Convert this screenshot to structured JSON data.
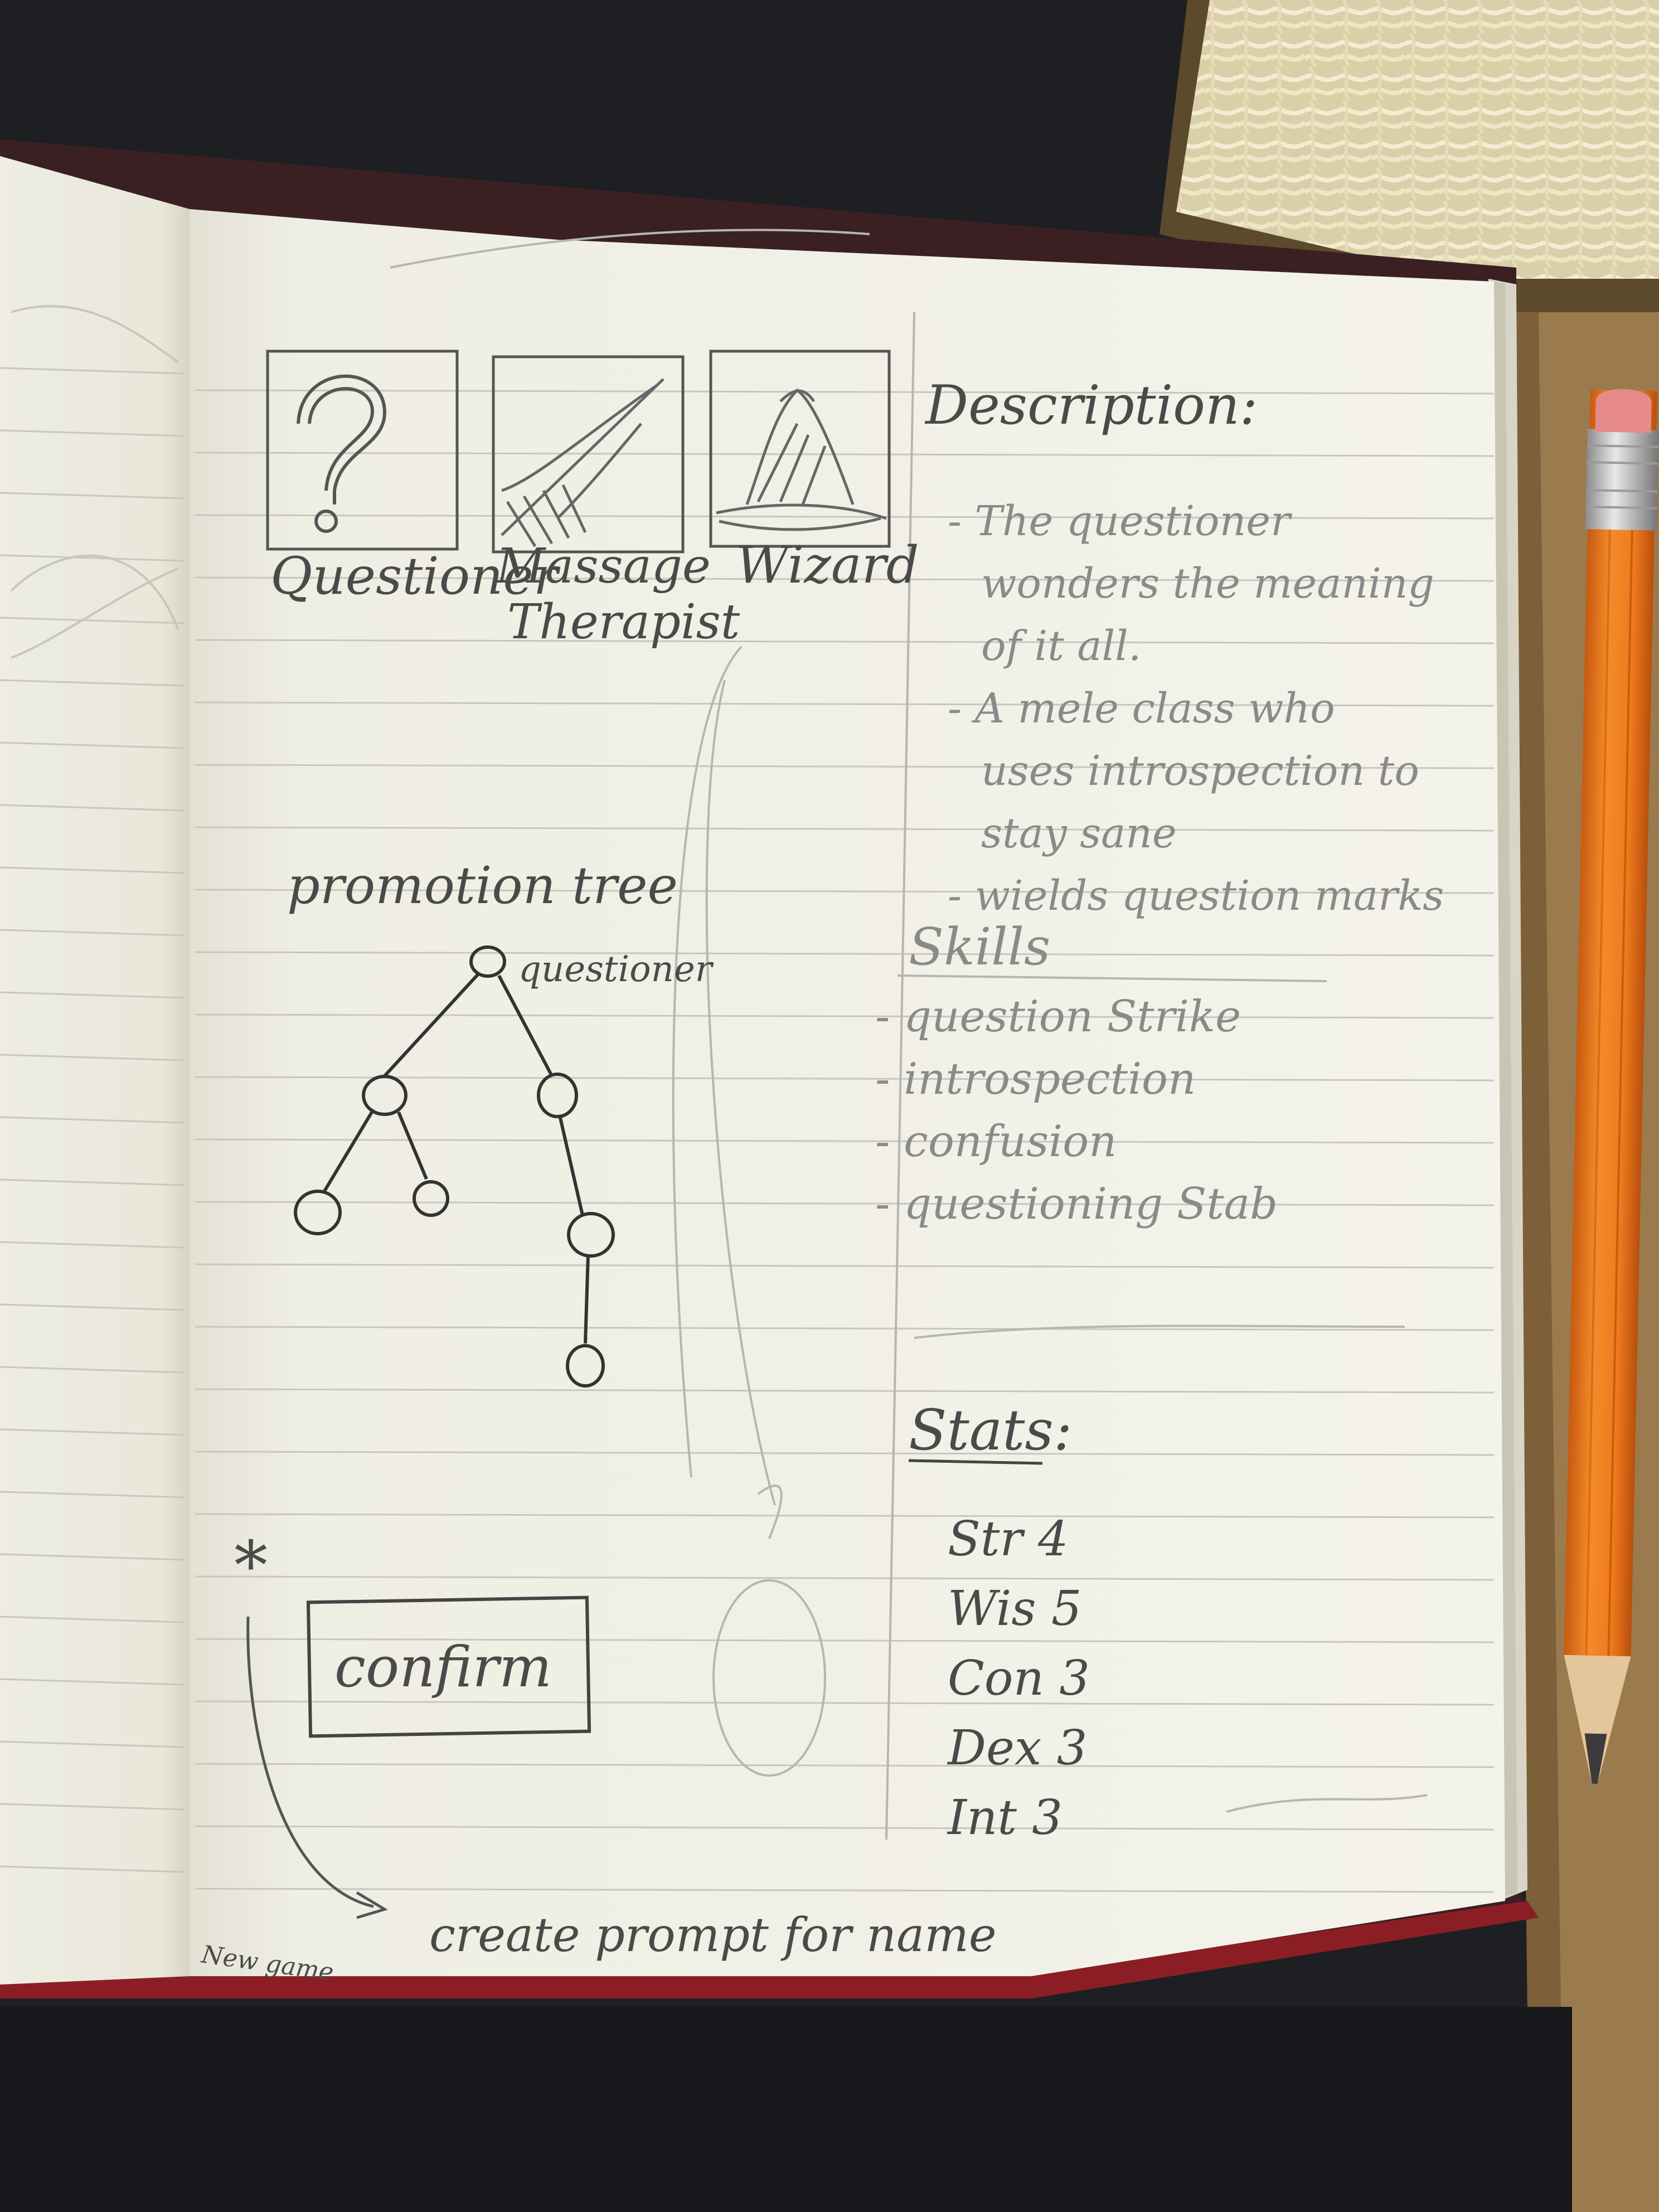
{
  "sketch": {
    "classes": [
      {
        "label": "Questioner",
        "icon": "question-mark-icon"
      },
      {
        "label": "Massage Therapist",
        "icon": "massage-hand-icon"
      },
      {
        "label": "Wizard",
        "icon": "wizard-hat-icon"
      }
    ],
    "promotion_tree": {
      "title": "promotion tree",
      "root_label": "questioner"
    },
    "description": {
      "title": "Description:",
      "lines": [
        "- The questioner",
        "wonders the meaning",
        "of it all.",
        "- A mele class who",
        "uses introspection to",
        "stay sane",
        "- wields question marks"
      ]
    },
    "skills": {
      "title": "Skills",
      "items": [
        "- question Strike",
        "- introspection",
        "- confusion",
        "- questioning Stab"
      ]
    },
    "stats": {
      "title": "Stats:",
      "items": [
        "Str 4",
        "Wis 5",
        "Con 3",
        "Dex 3",
        "Int 3"
      ]
    },
    "confirm_label": "confirm",
    "asterisk": "*",
    "new_game_label": "New game",
    "prompt_note": "create prompt for name"
  },
  "colors": {
    "desk": "#1d1f23",
    "paper": "#f1f0e6",
    "pencil_body": "#f07a1e",
    "graphite": "#4a4a4a"
  }
}
